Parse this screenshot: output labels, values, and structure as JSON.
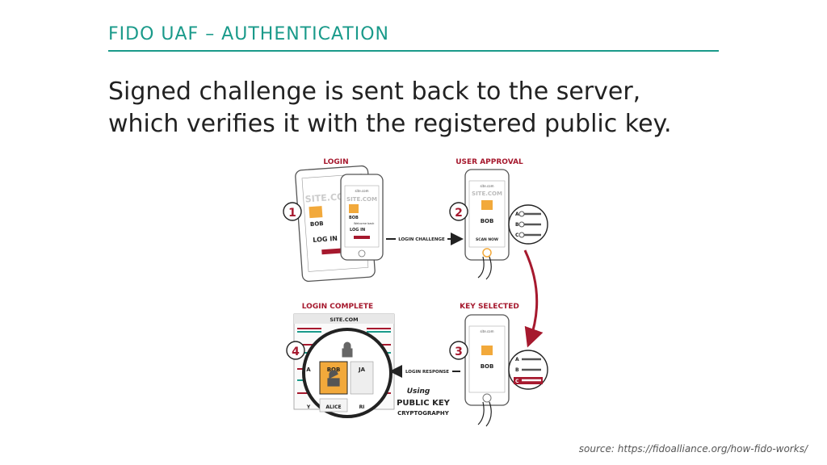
{
  "slide": {
    "section_title": "FIDO UAF – AUTHENTICATION",
    "headline_line1": "Signed challenge is sent back to the server,",
    "headline_line2": "which verifies it with the registered public key.",
    "source": "source: https://fidoalliance.org/how-fido-works/"
  },
  "diagram": {
    "step1": {
      "number": "1",
      "title": "LOGIN",
      "site": "SITE.COM",
      "site_small": "site.com",
      "user": "BOB",
      "welcome": "Welcome back",
      "login": "LOG IN",
      "button": "LOG IN"
    },
    "step2": {
      "number": "2",
      "title": "USER APPROVAL",
      "site": "SITE.COM",
      "site_small": "site.com",
      "user": "BOB",
      "scan": "SCAN NOW",
      "keys": [
        "A",
        "B",
        "C"
      ]
    },
    "step3": {
      "number": "3",
      "title": "KEY SELECTED",
      "site_small": "site.com",
      "user": "BOB",
      "keys": [
        "A",
        "B",
        "C"
      ]
    },
    "step4": {
      "number": "4",
      "title": "LOGIN COMPLETE",
      "site": "SITE.COM",
      "user": "BOB",
      "other_user": "ALICE",
      "partial_left_top": "A",
      "partial_right_top": "JA",
      "partial_left_bottom": "Y",
      "partial_right_bottom": "RI"
    },
    "arrow_challenge": "LOGIN CHALLENGE",
    "arrow_response": "LOGIN RESPONSE",
    "using": "Using",
    "public_key": "PUBLIC KEY",
    "cryptography": "CRYPTOGRAPHY"
  },
  "colors": {
    "accent": "#1a9a8a",
    "diagram_red": "#a6192e",
    "highlight": "#f2a93b",
    "ink": "#222222"
  }
}
